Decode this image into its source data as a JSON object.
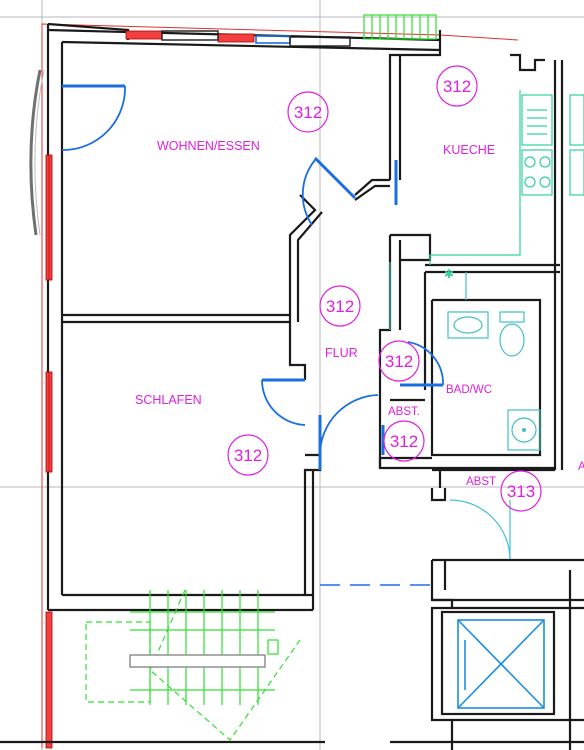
{
  "rooms": {
    "wohnen": {
      "label": "WOHNEN/ESSEN",
      "tag": "312"
    },
    "kueche": {
      "label": "KUECHE",
      "tag": "312"
    },
    "flur": {
      "label": "FLUR",
      "tag": "312"
    },
    "schlafen": {
      "label": "SCHLAFEN",
      "tag": "312"
    },
    "bad": {
      "label": "BAD/WC",
      "tag": "312"
    },
    "abst_312": {
      "label": "ABST.",
      "tag": "312"
    },
    "abst_313": {
      "label": "ABST",
      "tag": "313"
    }
  },
  "edge_fragment": {
    "label": "A"
  },
  "colors": {
    "labels": "#e020e0",
    "walls": "#1a1a1a",
    "doors": "#1a6fe0",
    "windows": "#f04040",
    "kitchen": "#30d0a0",
    "stairs": "#30e030",
    "grid": "#b8b8b8"
  }
}
